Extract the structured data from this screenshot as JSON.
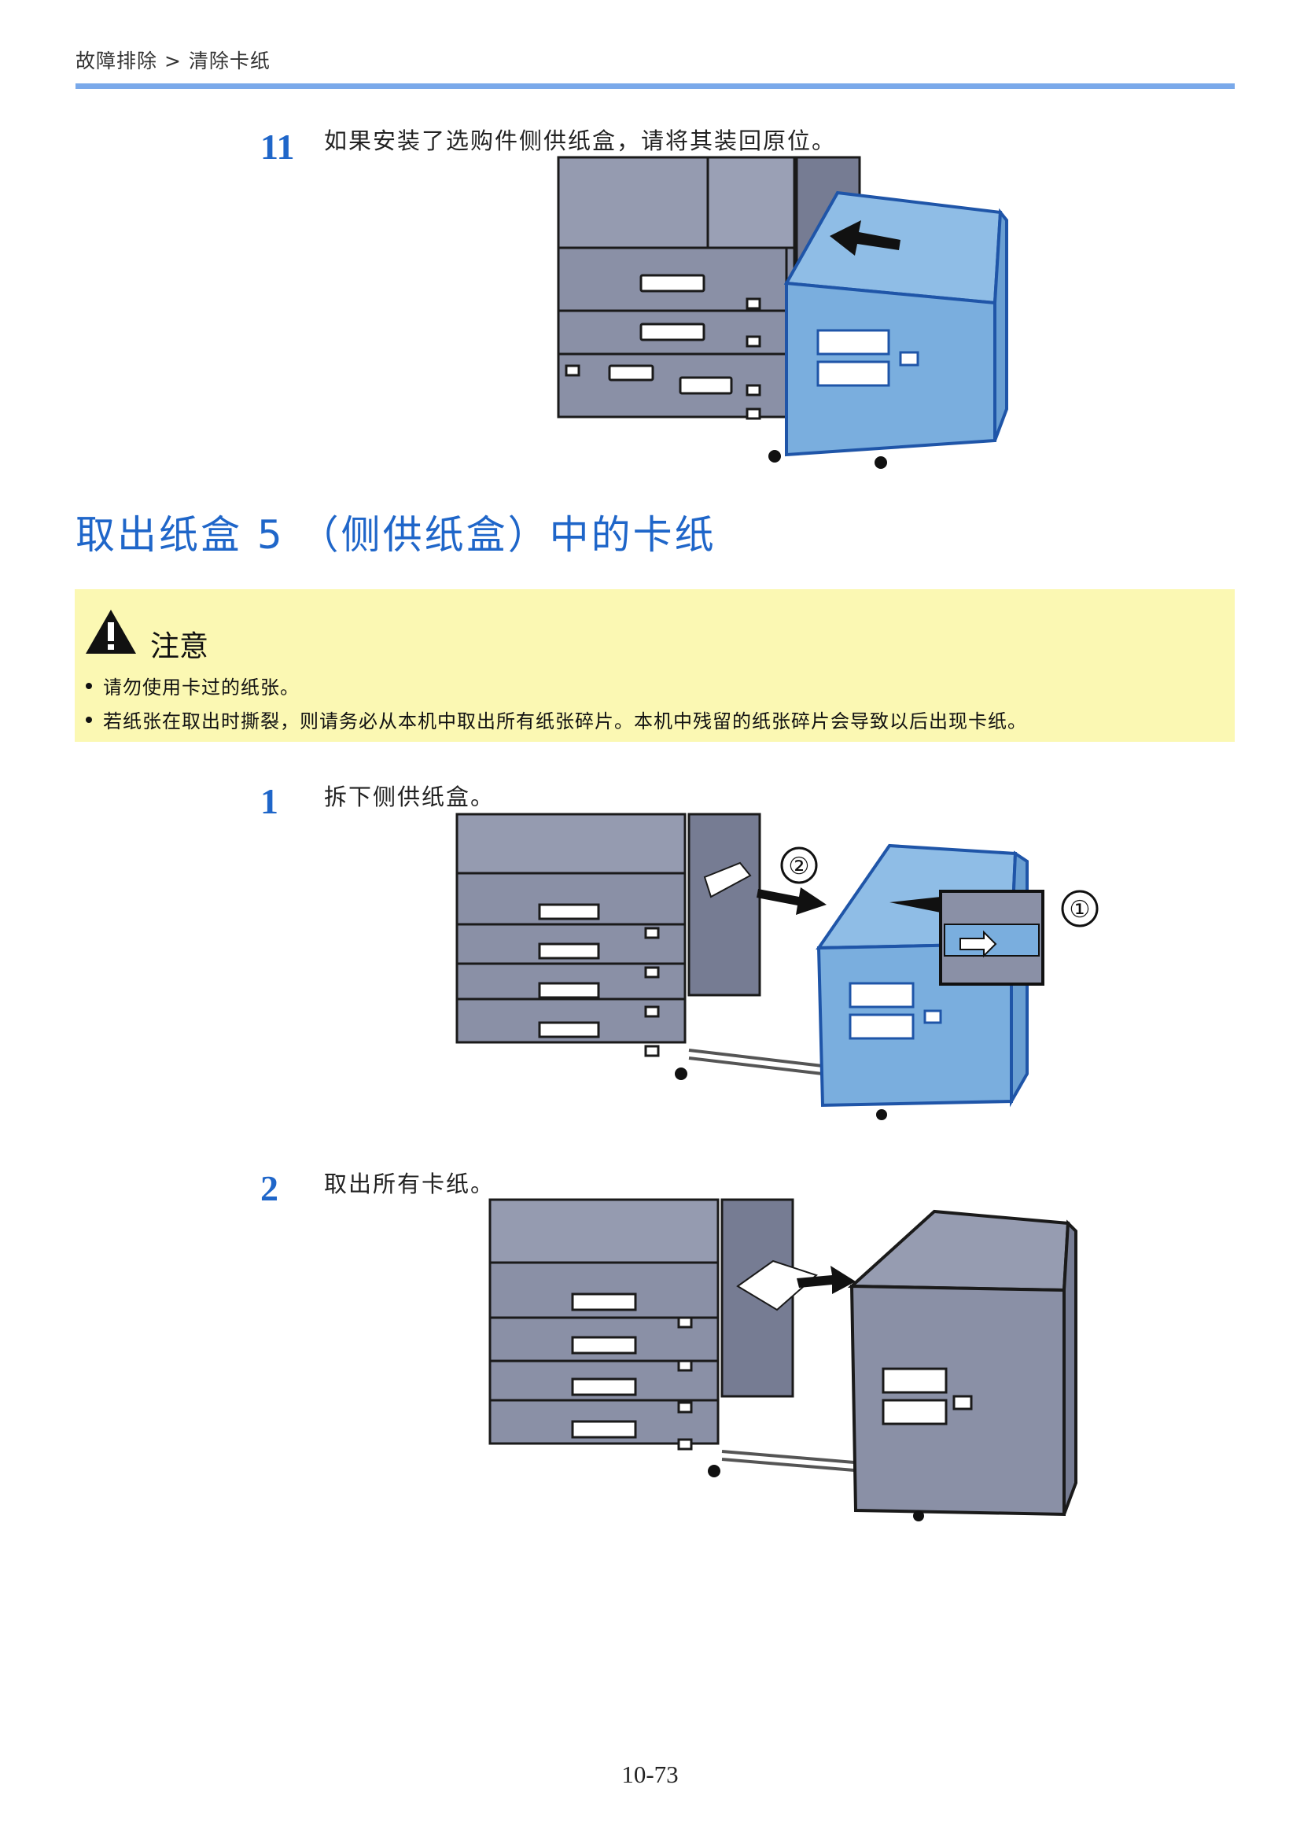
{
  "header": {
    "breadcrumb": "故障排除 > 清除卡纸"
  },
  "step_11": {
    "number": "11",
    "text": "如果安装了选购件侧供纸盒，请将其装回原位。"
  },
  "section": {
    "title": "取出纸盒 5 （侧供纸盒）中的卡纸"
  },
  "caution": {
    "title": "注意",
    "items": [
      "请勿使用卡过的纸张。",
      "若纸张在取出时撕裂，则请务必从本机中取出所有纸张碎片。本机中残留的纸张碎片会导致以后出现卡纸。"
    ]
  },
  "steps": [
    {
      "number": "1",
      "text": "拆下侧供纸盒。",
      "callouts": [
        "②",
        "①"
      ]
    },
    {
      "number": "2",
      "text": "取出所有卡纸。"
    }
  ],
  "footer": {
    "page_number": "10-73"
  },
  "colors": {
    "accent_blue": "#1f66c9",
    "header_rule": "#7aa9ea",
    "caution_background": "#fbf8b3",
    "highlight_tray": "#7aaede",
    "machine_gray": "#8a90a6"
  },
  "icons": [
    "warning-triangle-icon"
  ]
}
